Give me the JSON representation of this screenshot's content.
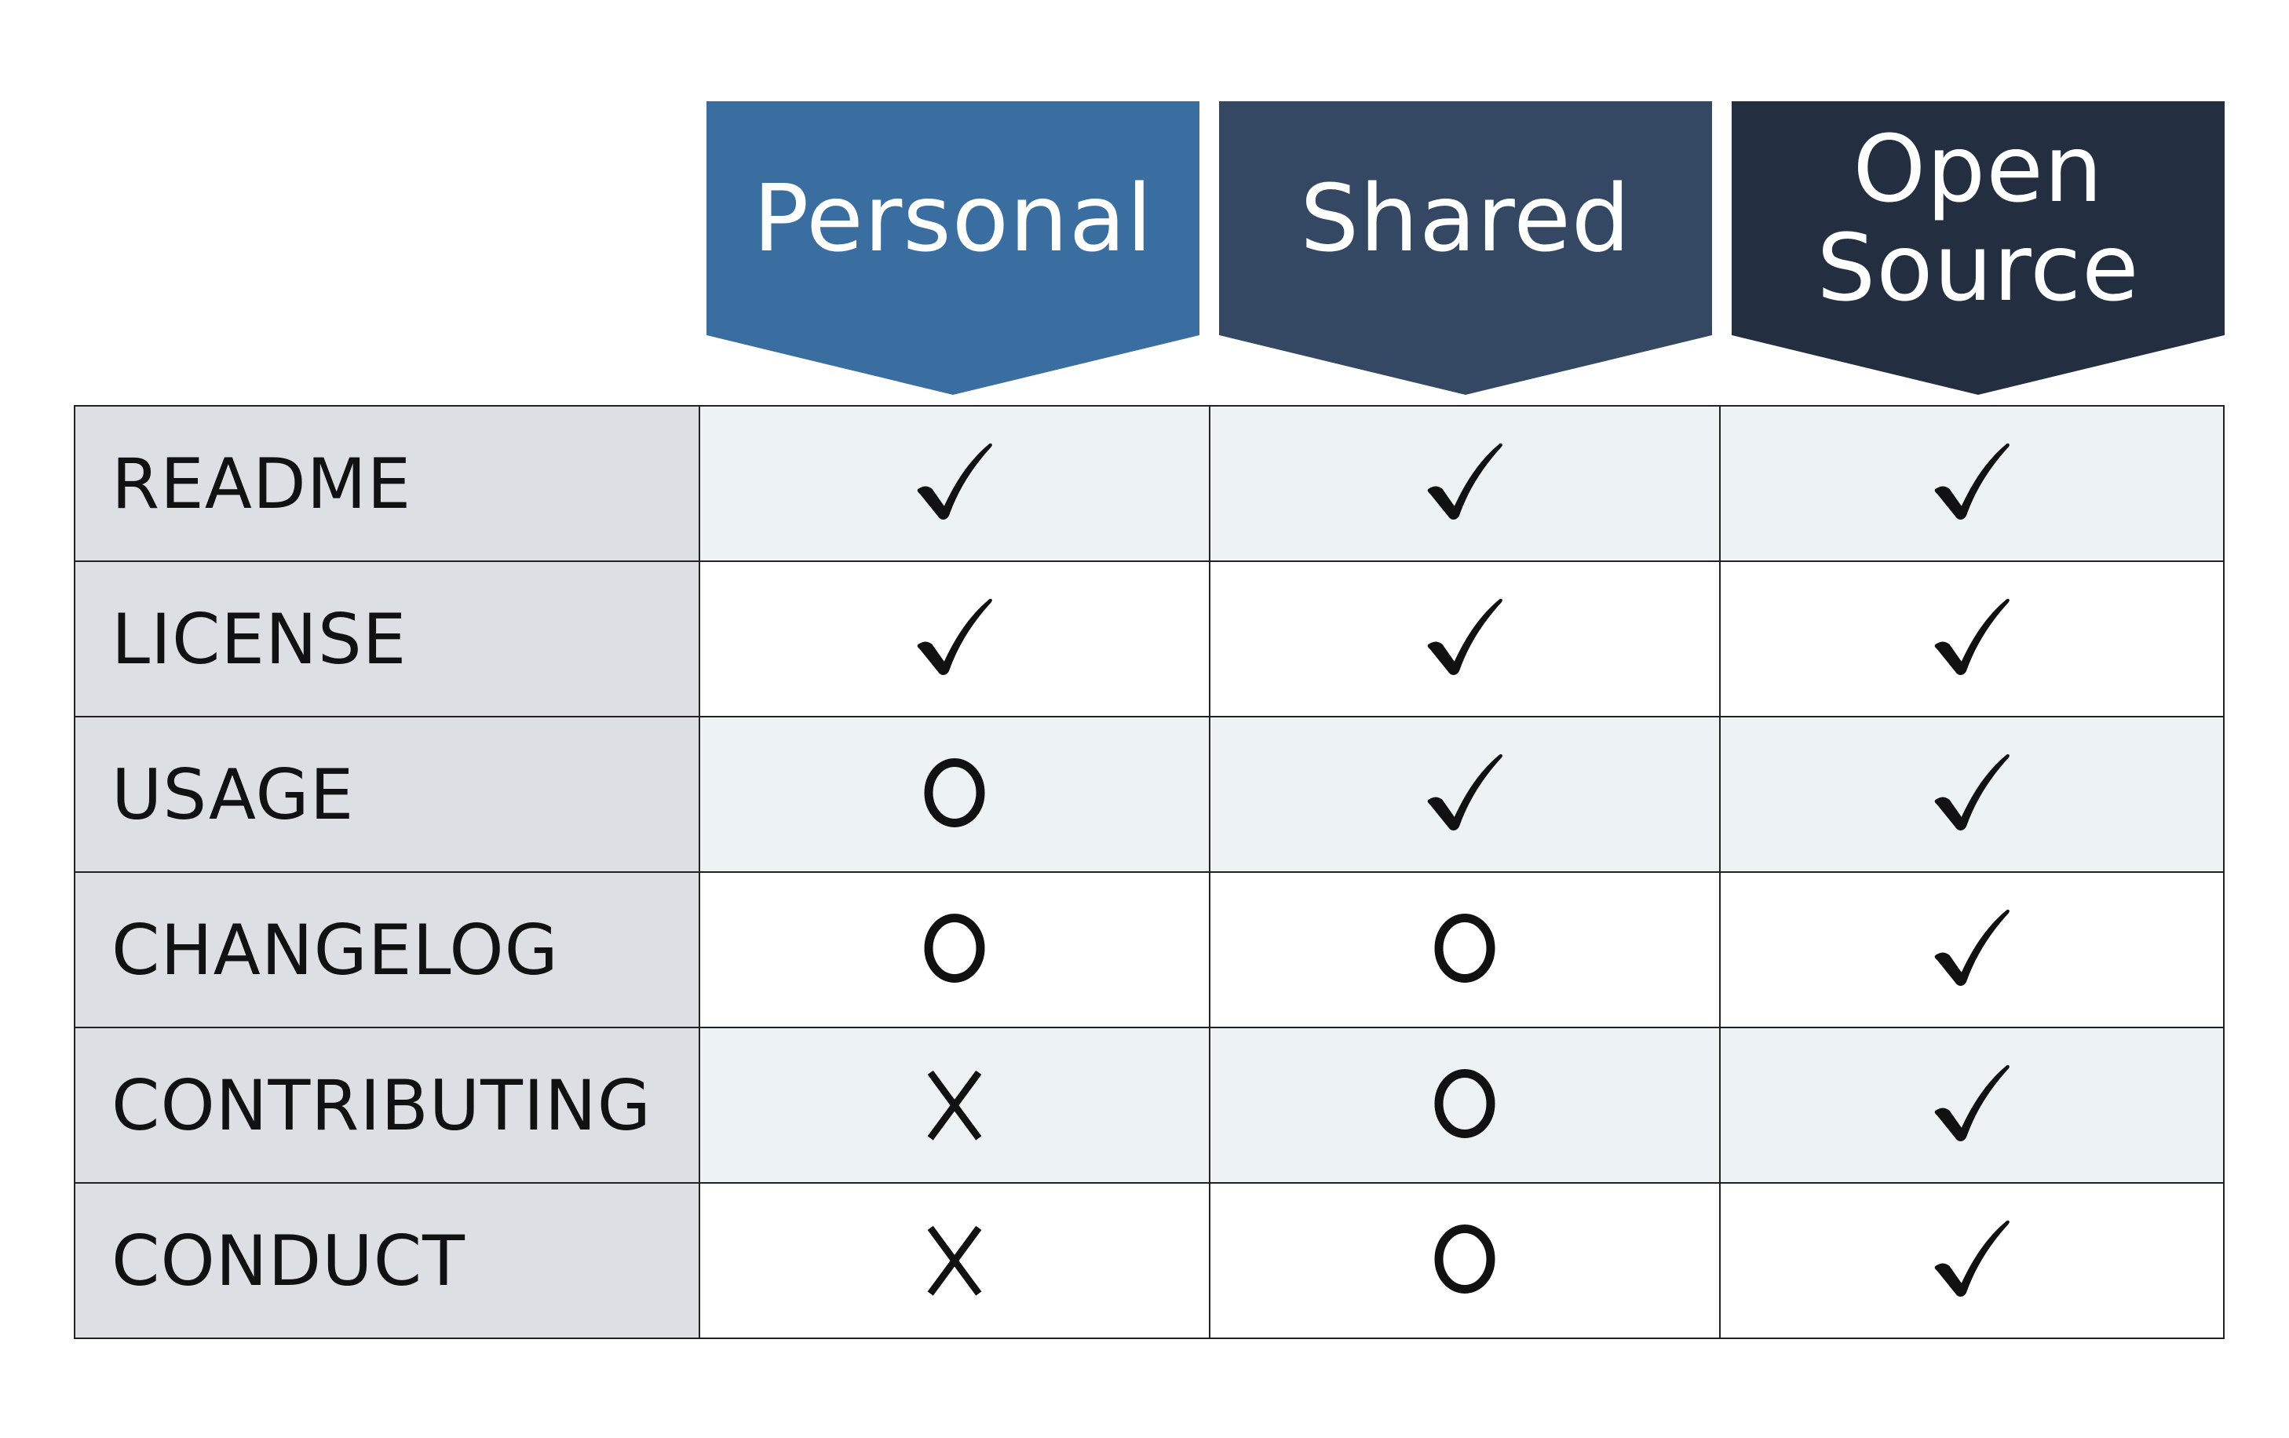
{
  "columns": [
    {
      "key": "personal",
      "label": "Personal",
      "color": "#3b6ea0"
    },
    {
      "key": "shared",
      "label": "Shared",
      "color": "#344763"
    },
    {
      "key": "open_source",
      "label": "Open Source",
      "color": "#232e40"
    }
  ],
  "rows": [
    {
      "label": "README",
      "values": [
        "check",
        "check",
        "check"
      ]
    },
    {
      "label": "LICENSE",
      "values": [
        "check",
        "check",
        "check"
      ]
    },
    {
      "label": "USAGE",
      "values": [
        "circle",
        "check",
        "check"
      ]
    },
    {
      "label": "CHANGELOG",
      "values": [
        "circle",
        "circle",
        "check"
      ]
    },
    {
      "label": "CONTRIBUTING",
      "values": [
        "cross",
        "circle",
        "check"
      ]
    },
    {
      "label": "CONDUCT",
      "values": [
        "cross",
        "circle",
        "check"
      ]
    }
  ],
  "mark_icons": {
    "check": "check-mark-icon",
    "circle": "circle-mark-icon",
    "cross": "x-mark-icon"
  },
  "colors": {
    "label_cell_bg": "#dcdfe4",
    "odd_row_bg": "#edf2f4",
    "even_row_bg": "#ffffff",
    "border": "#222222"
  }
}
